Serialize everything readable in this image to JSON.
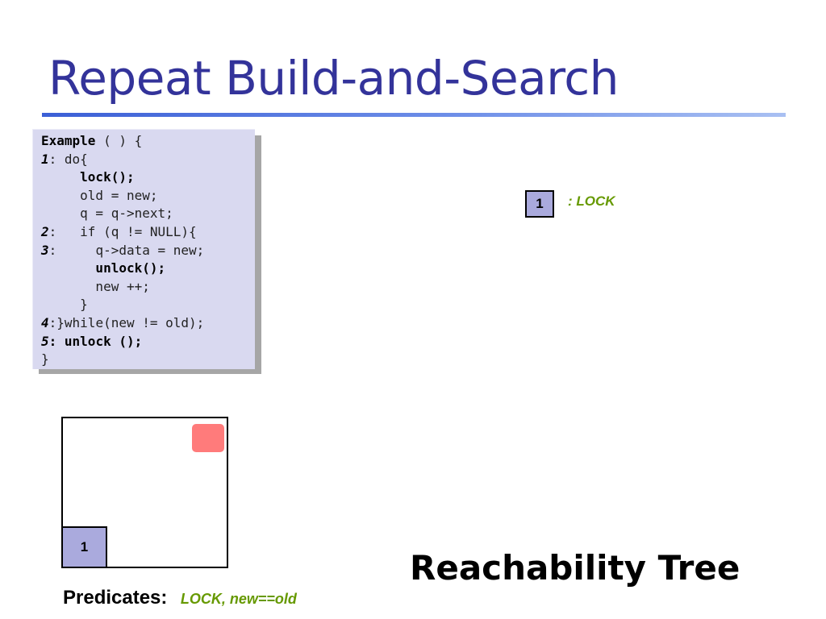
{
  "title": "Repeat Build-and-Search",
  "code": [
    {
      "num": "",
      "code": "Example ( ) {",
      "bold": false,
      "lead": "Example"
    },
    {
      "num": "1",
      "code": ": do{",
      "bold": false
    },
    {
      "num": "",
      "code": "     lock();",
      "bold": true
    },
    {
      "num": "",
      "code": "     old = new;",
      "bold": false
    },
    {
      "num": "",
      "code": "     q = q->next;",
      "bold": false
    },
    {
      "num": "2",
      "code": ":   if (q != NULL){",
      "bold": false
    },
    {
      "num": "3",
      "code": ":     q->data = new;",
      "bold": false
    },
    {
      "num": "",
      "code": "       unlock();",
      "bold": true
    },
    {
      "num": "",
      "code": "       new ++;",
      "bold": false
    },
    {
      "num": "",
      "code": "     }",
      "bold": false
    },
    {
      "num": "4",
      "code": ":}while(new != old);",
      "bold": false
    },
    {
      "num": "5",
      "code": ": unlock ();",
      "bold": true
    },
    {
      "num": "",
      "code": "}",
      "bold": false
    }
  ],
  "tree": {
    "node_label": "1",
    "node_annotation": ": LOCK",
    "title": "Reachability Tree"
  },
  "abstraction": {
    "node_label": "1"
  },
  "predicates": {
    "label": "Predicates:",
    "values": "LOCK, new==old"
  }
}
